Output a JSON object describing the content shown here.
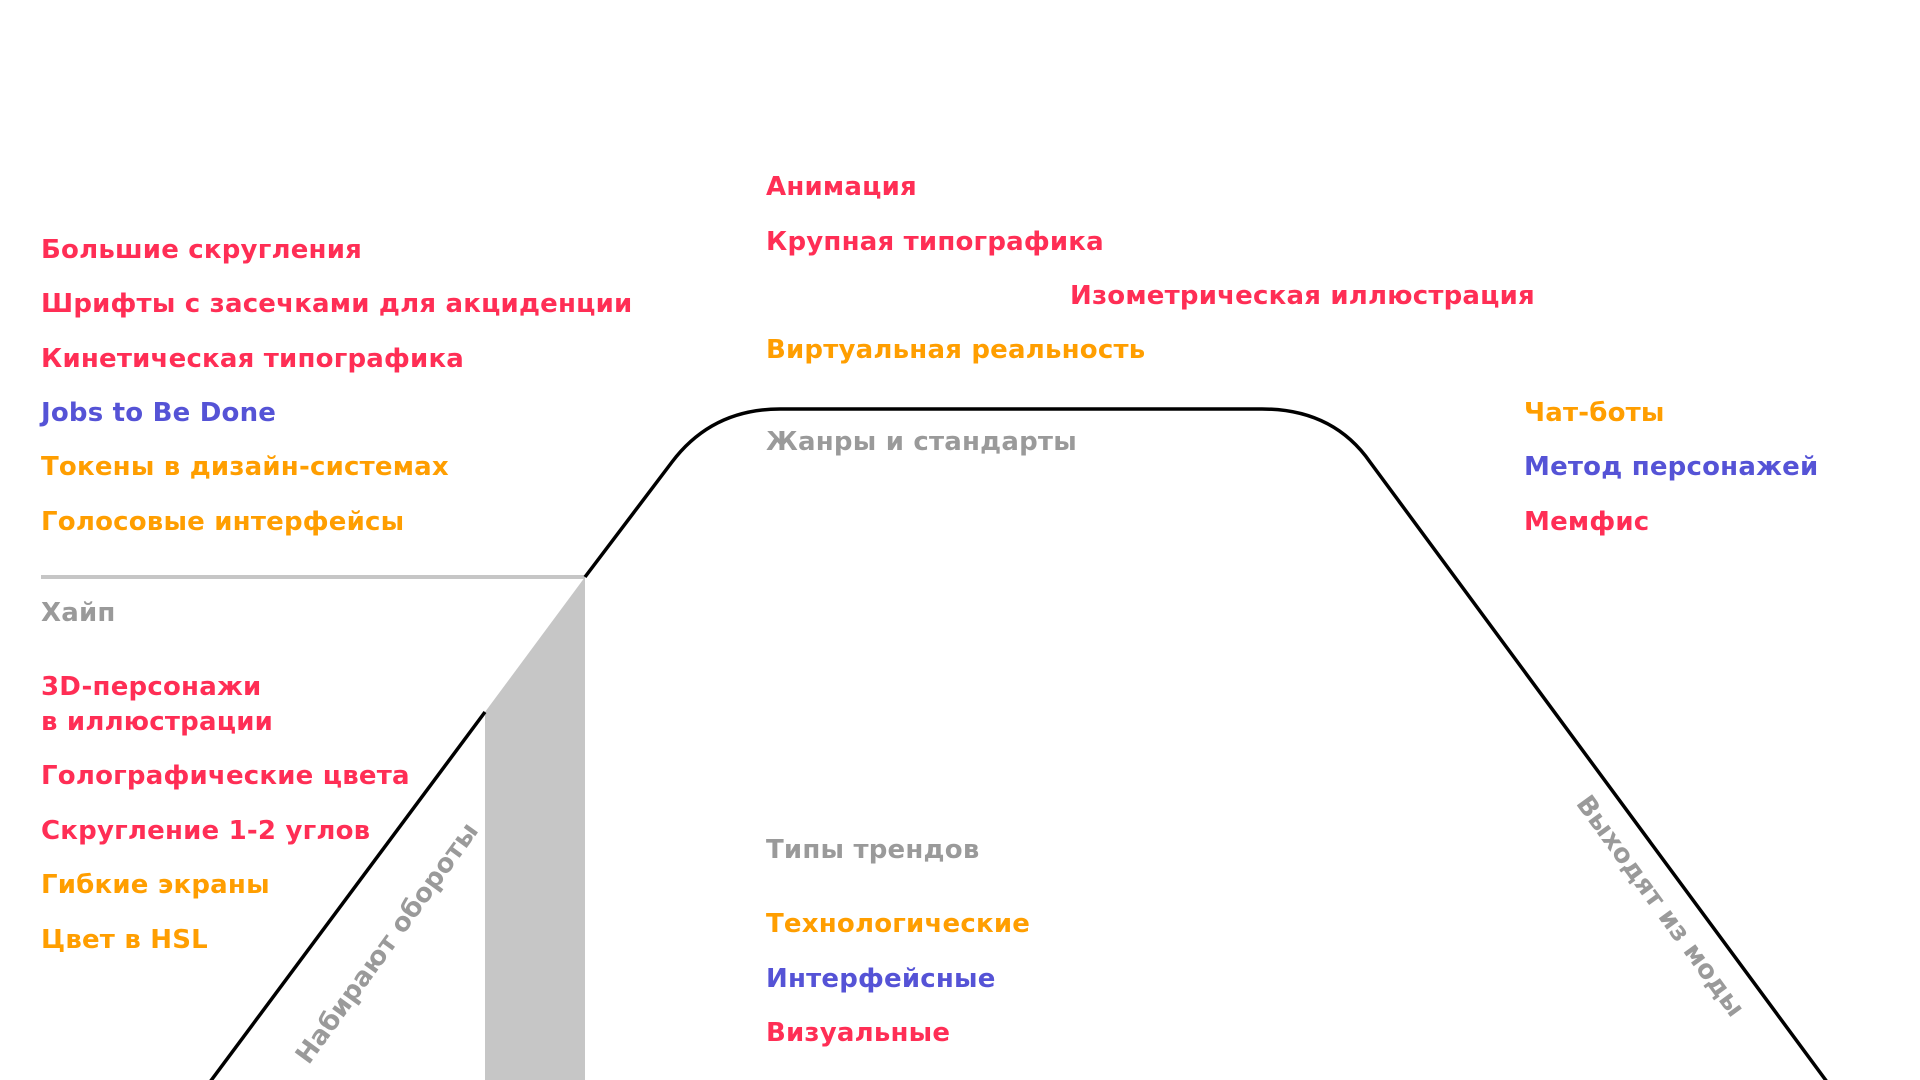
{
  "diagram": {
    "type": "trend-lifecycle-curve",
    "colors": {
      "visual": "#FF2E55",
      "technological": "#FF9E00",
      "interface": "#5553D6",
      "label": "#9A9A9A",
      "curve": "#000000",
      "hype_fill": "#C6C6C6"
    },
    "phases": {
      "rising": "Набирают обороты",
      "declining": "Выходят из моды",
      "hype": "Хайп",
      "standards": "Жанры и стандарты"
    },
    "top_trends": [
      {
        "label": "Анимация",
        "type": "visual"
      },
      {
        "label": "Крупная типографика",
        "type": "visual"
      },
      {
        "label": "Изометрическая иллюстрация",
        "type": "visual"
      },
      {
        "label": "Виртуальная реальность",
        "type": "technological"
      }
    ],
    "left_upper_trends": [
      {
        "label": "Большие скругления",
        "type": "visual"
      },
      {
        "label": "Шрифты с засечками для акциденции",
        "type": "visual"
      },
      {
        "label": "Кинетическая типографика",
        "type": "visual"
      },
      {
        "label": "Jobs to Be Done",
        "type": "interface"
      },
      {
        "label": "Токены в дизайн-системах",
        "type": "technological"
      },
      {
        "label": "Голосовые интерфейсы",
        "type": "technological"
      }
    ],
    "hype_trends": [
      {
        "label": "3D-персонажи",
        "label2": "в иллюстрации",
        "type": "visual"
      },
      {
        "label": "Голографические цвета",
        "type": "visual"
      },
      {
        "label": "Скругление 1-2 углов",
        "type": "visual"
      },
      {
        "label": "Гибкие экраны",
        "type": "technological"
      },
      {
        "label": "Цвет в HSL",
        "type": "technological"
      }
    ],
    "declining_trends": [
      {
        "label": "Чат-боты",
        "type": "technological"
      },
      {
        "label": "Метод персонажей",
        "type": "interface"
      },
      {
        "label": "Мемфис",
        "type": "visual"
      }
    ],
    "legend": {
      "title": "Типы трендов",
      "items": [
        {
          "label": "Технологические",
          "type": "technological"
        },
        {
          "label": "Интерфейсные",
          "type": "interface"
        },
        {
          "label": "Визуальные",
          "type": "visual"
        }
      ]
    }
  }
}
